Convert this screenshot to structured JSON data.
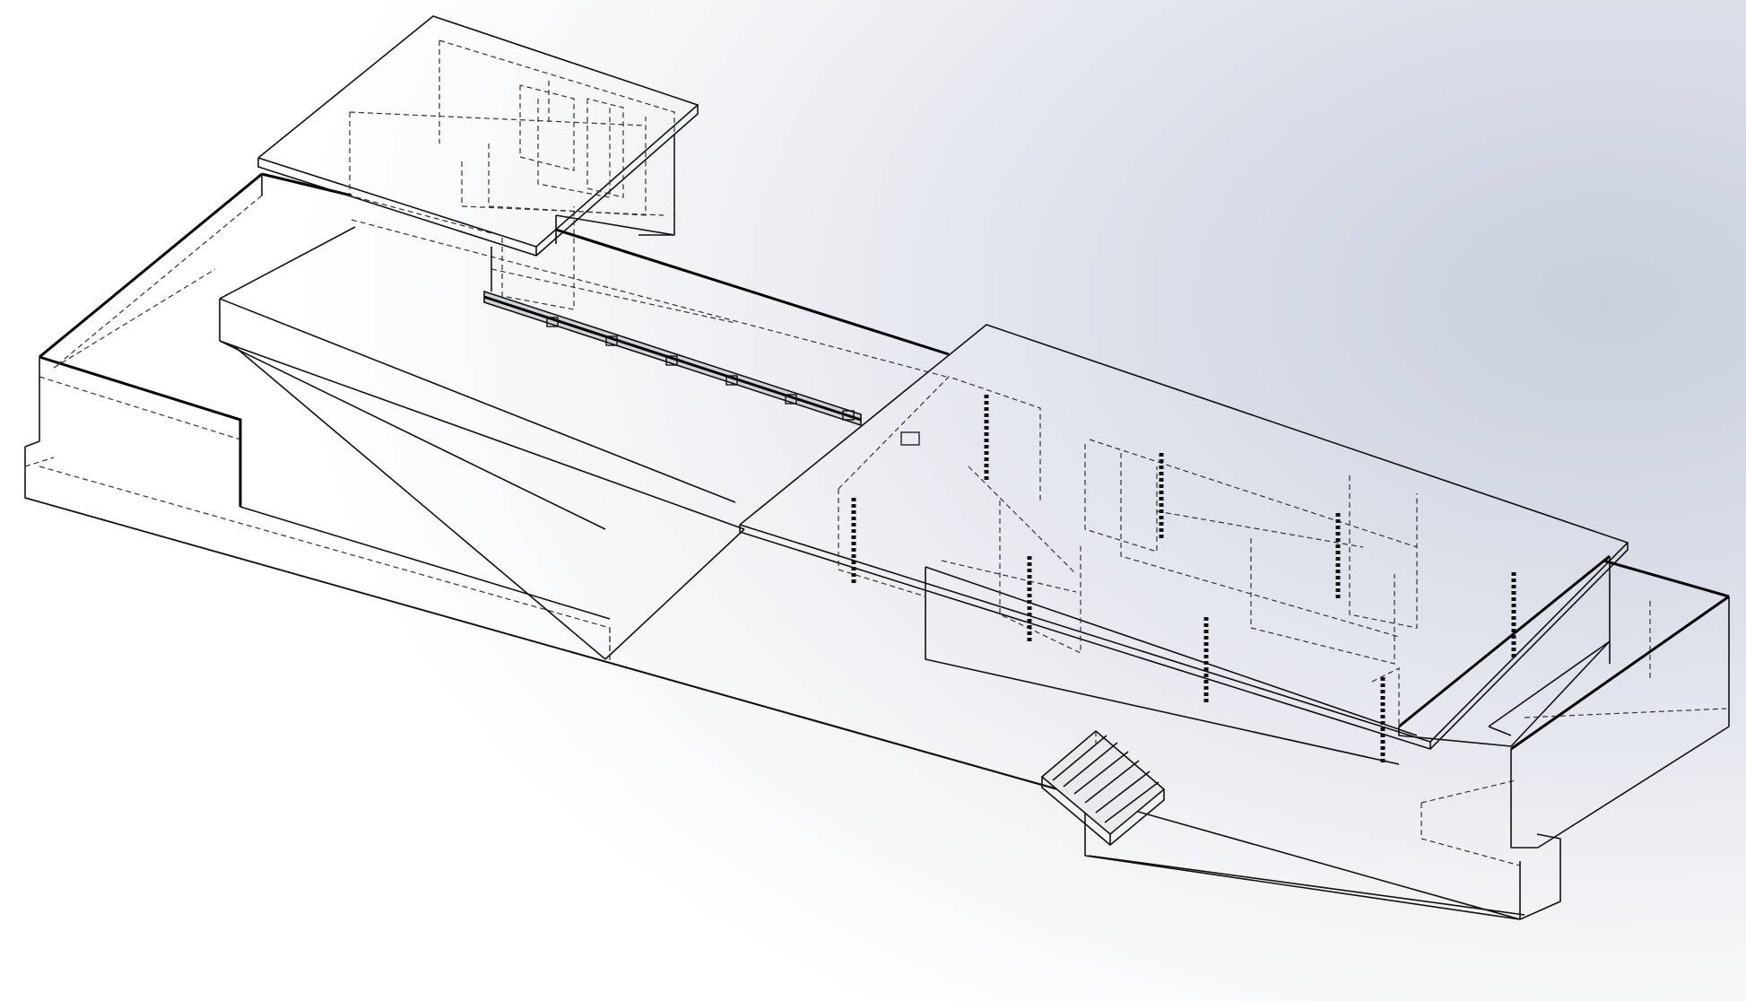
{
  "view": {
    "title": "",
    "display_mode": "hidden-lines-visible",
    "background": [
      "#ffffff",
      "#c9cfdd"
    ],
    "edge_color": "#111111"
  },
  "model": {
    "components": [
      "base-plinth",
      "left-terrace-wall",
      "pool",
      "upper-roof-slab",
      "office-volume",
      "bench-rail",
      "main-roof-slab",
      "main-glass-enclosure",
      "steel-columns",
      "right-terrace-wall",
      "entrance-steps"
    ],
    "column_count": 8,
    "stair_tread_count": 6
  }
}
